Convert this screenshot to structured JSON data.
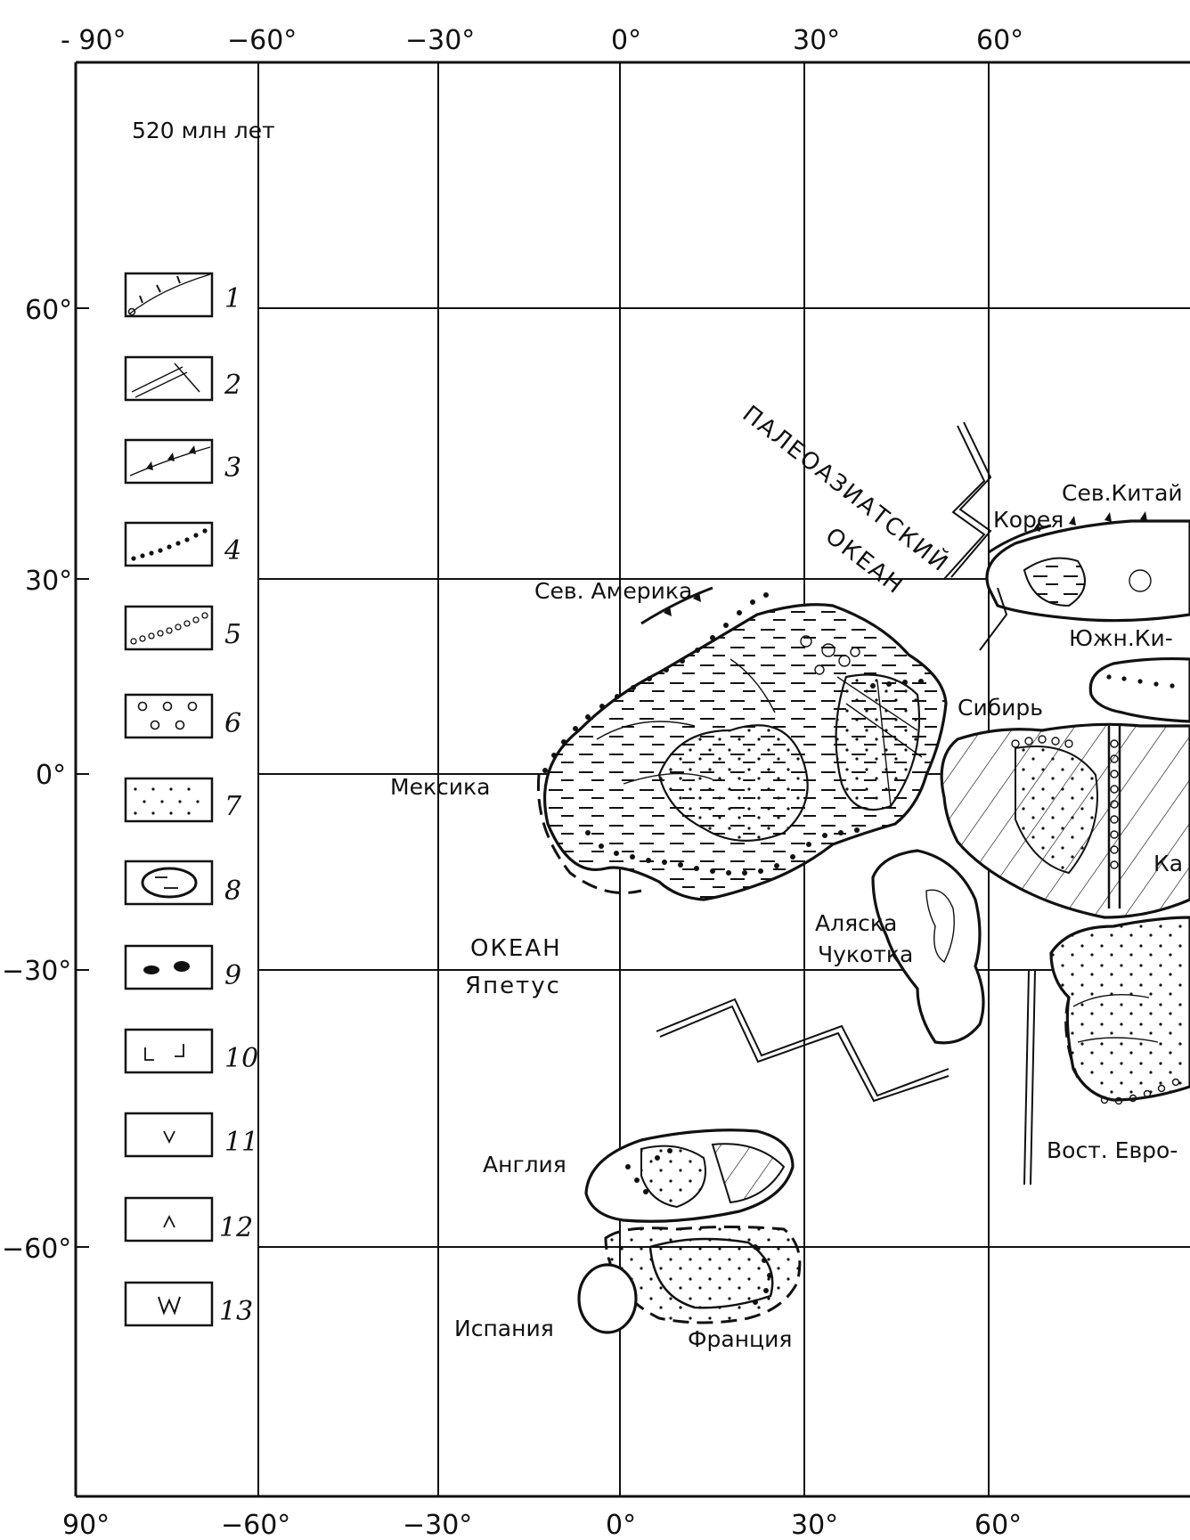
{
  "map": {
    "age_label": "520 млн лет",
    "top_lon_ticks": [
      "- 90°",
      "−60°",
      "−30°",
      "0°",
      "30°",
      "60°"
    ],
    "bottom_lon_ticks": [
      "90°",
      "−60°",
      "−30°",
      "0°",
      "30°",
      "60°"
    ],
    "lat_ticks": [
      "60°",
      "30°",
      "0°",
      "−30°",
      "−60°"
    ],
    "legend_items": [
      {
        "number": "1",
        "symbol": "subduction-curve-icon"
      },
      {
        "number": "2",
        "symbol": "rift-fault-icon"
      },
      {
        "number": "3",
        "symbol": "thrust-barbed-line-icon"
      },
      {
        "number": "4",
        "symbol": "dotted-line-filled-icon"
      },
      {
        "number": "5",
        "symbol": "dotted-line-open-icon"
      },
      {
        "number": "6",
        "symbol": "open-circles-icon"
      },
      {
        "number": "7",
        "symbol": "dot-stipple-icon"
      },
      {
        "number": "8",
        "symbol": "dashed-ellipse-icon"
      },
      {
        "number": "9",
        "symbol": "black-ovals-icon"
      },
      {
        "number": "10",
        "symbol": "corner-marks-icon"
      },
      {
        "number": "11",
        "symbol": "v-mark-icon"
      },
      {
        "number": "12",
        "symbol": "caret-mark-icon"
      },
      {
        "number": "13",
        "symbol": "w-mark-icon"
      }
    ],
    "place_labels": {
      "paleoasian_ocean_line1": "ПАЛЕОАЗИАТСКИЙ",
      "paleoasian_ocean_line2": "ОКЕАН",
      "north_america": "Сев. Америка",
      "korea": "Корея",
      "north_china": "Сев.Китай",
      "south_china": "Южн.Ки-",
      "siberia": "Сибирь",
      "mexico": "Мексика",
      "kazakhstan_partial": "Ка",
      "alaska": "Аляска",
      "chukotka": "Чукотка",
      "iapetus_ocean_line1": "ОКЕАН",
      "iapetus_ocean_line2": "Япетус",
      "east_europe": "Вост. Евро-",
      "england": "Англия",
      "spain": "Испания",
      "france": "Франция"
    }
  }
}
